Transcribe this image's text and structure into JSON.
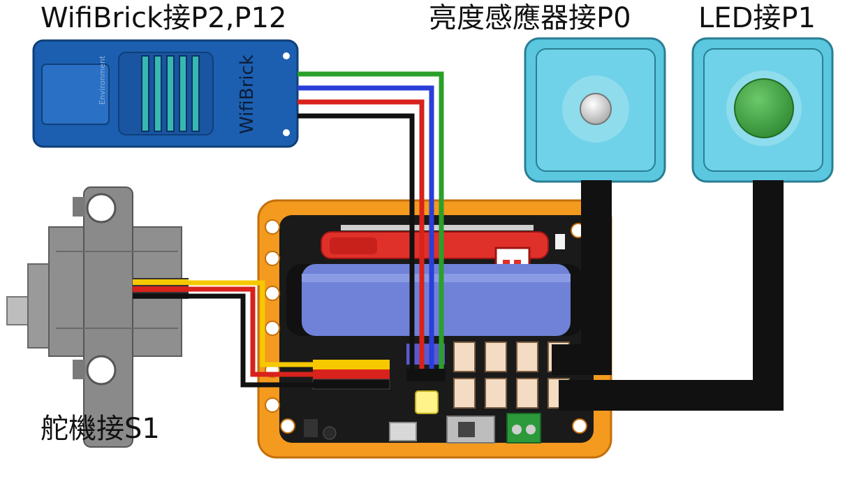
{
  "labels": {
    "wifibrick": "WifiBrick接P2,P12",
    "light_sensor": "亮度感應器接P0",
    "led": "LED接P1",
    "servo": "舵機接S1"
  },
  "modules": {
    "wifibrick": {
      "brand_text": "WifiBrick",
      "side_text": "Environment"
    }
  },
  "colors": {
    "wifibrick_blue": "#1c5fb0",
    "sensor_cyan": "#5bc8e0",
    "board_orange": "#f39a1f",
    "board_black": "#1a1a1a",
    "battery_blue": "#6f82d8",
    "header_red": "#e0302a",
    "wire_green": "#2aa02a",
    "wire_blue": "#2a3ed8",
    "wire_red": "#d8221c",
    "wire_black": "#111111",
    "wire_yellow": "#f6c800",
    "led_green": "#3fa040",
    "terminal_green": "#2c9a3a",
    "servo_gray": "#8e8e8e"
  }
}
